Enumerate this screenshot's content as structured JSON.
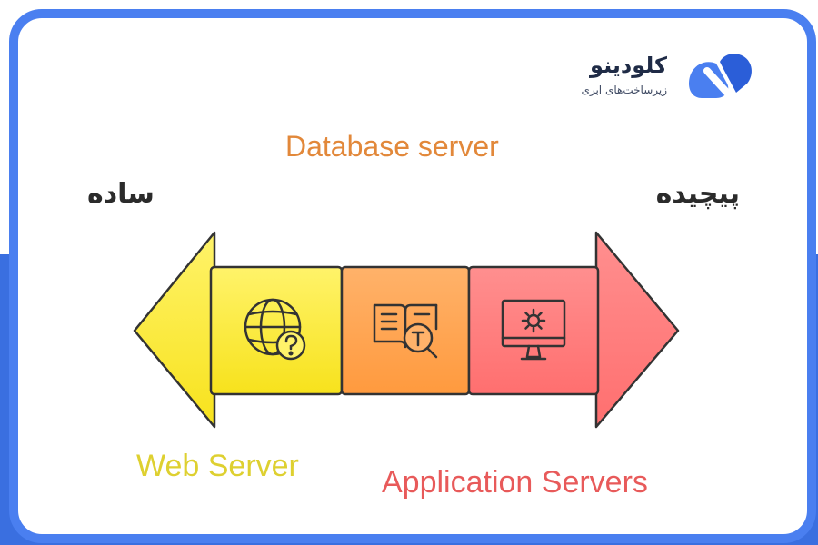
{
  "brand": {
    "name": "کلودینو",
    "tagline": "زیرساخت‌های ابری",
    "colors": {
      "primary": "#4a7ff0",
      "dark": "#1f2b46"
    }
  },
  "labels": {
    "left": "ساده",
    "right": "پیچیده",
    "top_center": "Database server",
    "bottom_left": "Web Server",
    "bottom_right": "Application Servers"
  },
  "segments": [
    {
      "id": "web",
      "icon": "globe-question-icon",
      "color": "#fff04a"
    },
    {
      "id": "database",
      "icon": "book-search-icon",
      "color": "#ffab5a"
    },
    {
      "id": "application",
      "icon": "monitor-gear-icon",
      "color": "#ff8484"
    }
  ],
  "colors": {
    "label_orange": "#e2883a",
    "label_yellow": "#ded030",
    "label_red": "#e85a5a",
    "outline": "#333333"
  }
}
